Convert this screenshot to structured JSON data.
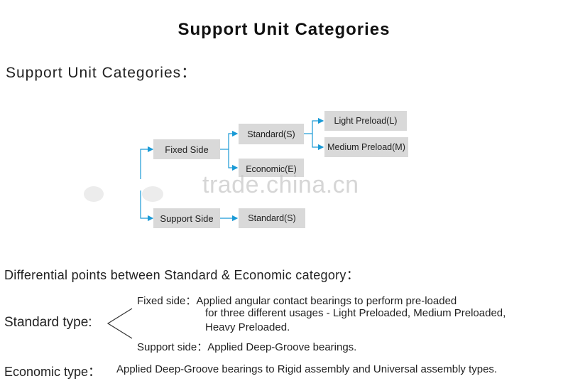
{
  "title": "Support Unit Categories",
  "section_heading": "Support Unit Categories：",
  "diagram": {
    "fixed_side": "Fixed Side",
    "support_side": "Support Side",
    "standard_s_1": "Standard(S)",
    "economic_e": "Economic(E)",
    "light_preload": "Light Preload(L)",
    "medium_preload": "Medium Preload(M)",
    "standard_s_2": "Standard(S)",
    "line_color": "#1a9ad6",
    "box_color": "#d9d9d9"
  },
  "watermark": "trade.china.cn",
  "differential": {
    "heading": "Differential points between Standard & Economic category：",
    "standard_label": "Standard type:",
    "fixed_line_1": "Fixed side：Applied angular contact bearings to perform pre-loaded",
    "fixed_line_2": "for three  different usages - Light Preloaded, Medium Preloaded,",
    "fixed_line_3": "Heavy Preloaded.",
    "support_line": "Support side：Applied Deep-Groove bearings.",
    "economic_label": "Economic type：",
    "economic_text": "Applied Deep-Groove bearings to Rigid assembly and Universal assembly types."
  }
}
